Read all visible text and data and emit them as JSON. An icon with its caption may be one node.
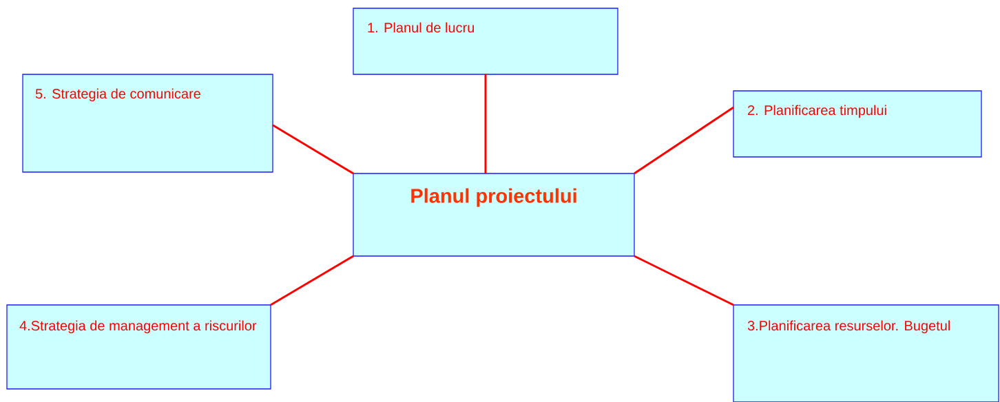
{
  "diagram": {
    "nodes": [
      {
        "text": [
          "Planul proiectului"
        ]
      },
      {
        "text": [
          "1. Planul de lucru"
        ]
      },
      {
        "text": [
          "2. Planificarea timpului"
        ]
      },
      {
        "text": [
          "3.Planificarea resurselor. Bugetul"
        ]
      },
      {
        "text": [
          "4.Strategia de management a riscurilor"
        ]
      },
      {
        "text": [
          "5. Strategia de comunicare"
        ]
      }
    ],
    "edges": [
      {
        "from": 0,
        "to": 1,
        "arrow": "none"
      },
      {
        "from": 0,
        "to": 2,
        "arrow": "none"
      },
      {
        "from": 0,
        "to": 3,
        "arrow": "none"
      },
      {
        "from": 0,
        "to": 4,
        "arrow": "none"
      },
      {
        "from": 0,
        "to": 5,
        "arrow": "none"
      }
    ]
  }
}
